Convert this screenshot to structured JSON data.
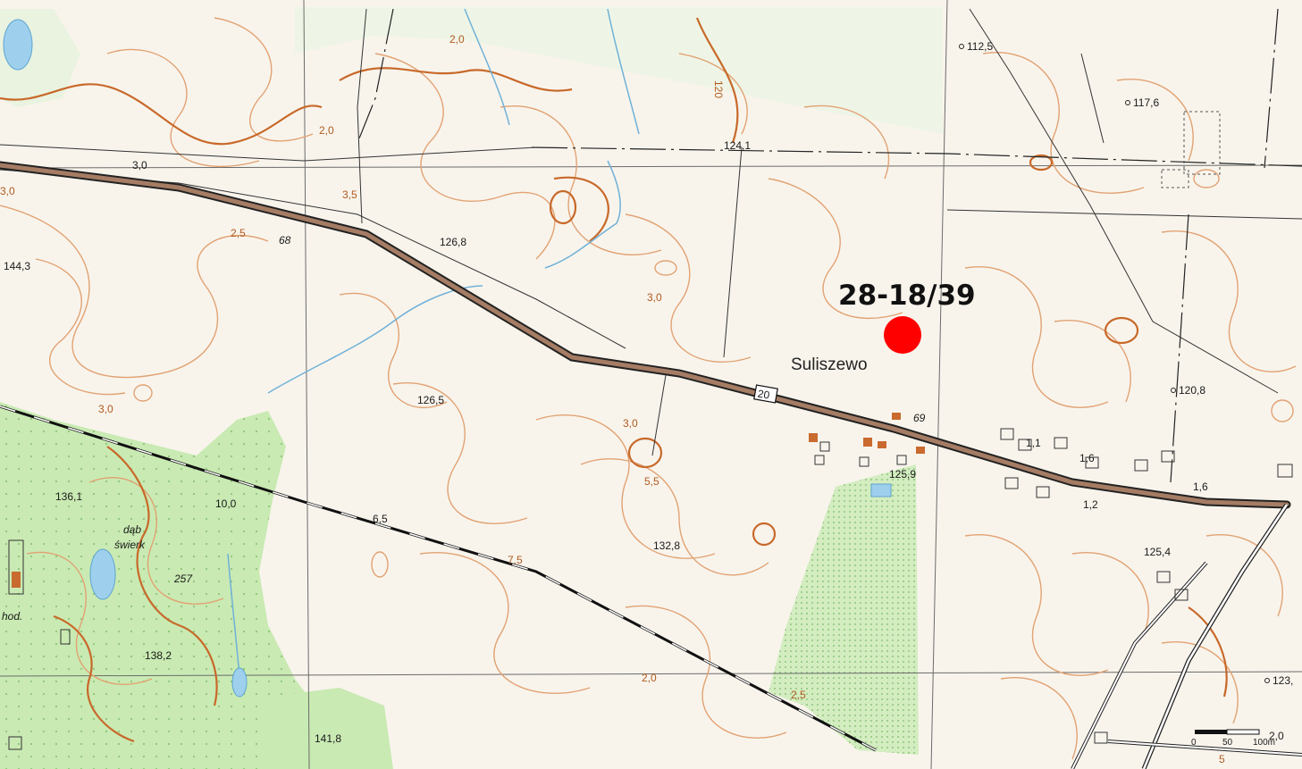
{
  "map": {
    "site_label": "28-18/39",
    "site_marker_color": "#ff0000",
    "place_name": "Suliszewo",
    "road_number": "20",
    "colors": {
      "paper": "#f7f3ea",
      "forest": "#c6e8b0",
      "contour": "#e2a273",
      "contour_index": "#c8692a",
      "road_fill": "#a57c64",
      "water": "#6fb1d8",
      "building": "#c96a2e"
    },
    "elevations": {
      "e112_5": "112,5",
      "e117_6": "117,6",
      "e124_1": "124,1",
      "e126_8": "126,8",
      "e144_3": "144,3",
      "e126_5": "126,5",
      "e120_8": "120,8",
      "e125_9": "125,9",
      "e136_1": "136,1",
      "e132_8": "132,8",
      "e125_4": "125,4",
      "e138_2": "138,2",
      "e141_8": "141,8",
      "e123": "123,"
    },
    "depths": {
      "d2_0_top": "2,0",
      "d2_0_mid": "2,0",
      "d3_0_left": "3,0",
      "d3_0_road": "3,0",
      "d3_5": "3,5",
      "d2_5": "2,5",
      "d3_0_center": "3,0",
      "d3_0_west": "3,0",
      "d3_0_south": "3,0",
      "d5_5": "5,5",
      "d10_0": "10,0",
      "d6_5": "6,5",
      "d7_5": "7,5",
      "d2_0_bottom": "2,0",
      "d2_5_bottom": "2,5",
      "d1_1": "1,1",
      "d1_6_a": "1,6",
      "d1_6_b": "1,6",
      "d1_2": "1,2",
      "d2_0_right": "2,0"
    },
    "contour_values": {
      "c120": "120",
      "c5": "5"
    },
    "numbers": {
      "n68": "68",
      "n69": "69",
      "n257": "257"
    },
    "text": {
      "dab": "dąb",
      "swierk": "świerk",
      "hod": "hod."
    },
    "scale_bar": {
      "zero": "0",
      "fifty": "50",
      "hundred": "100m"
    }
  }
}
